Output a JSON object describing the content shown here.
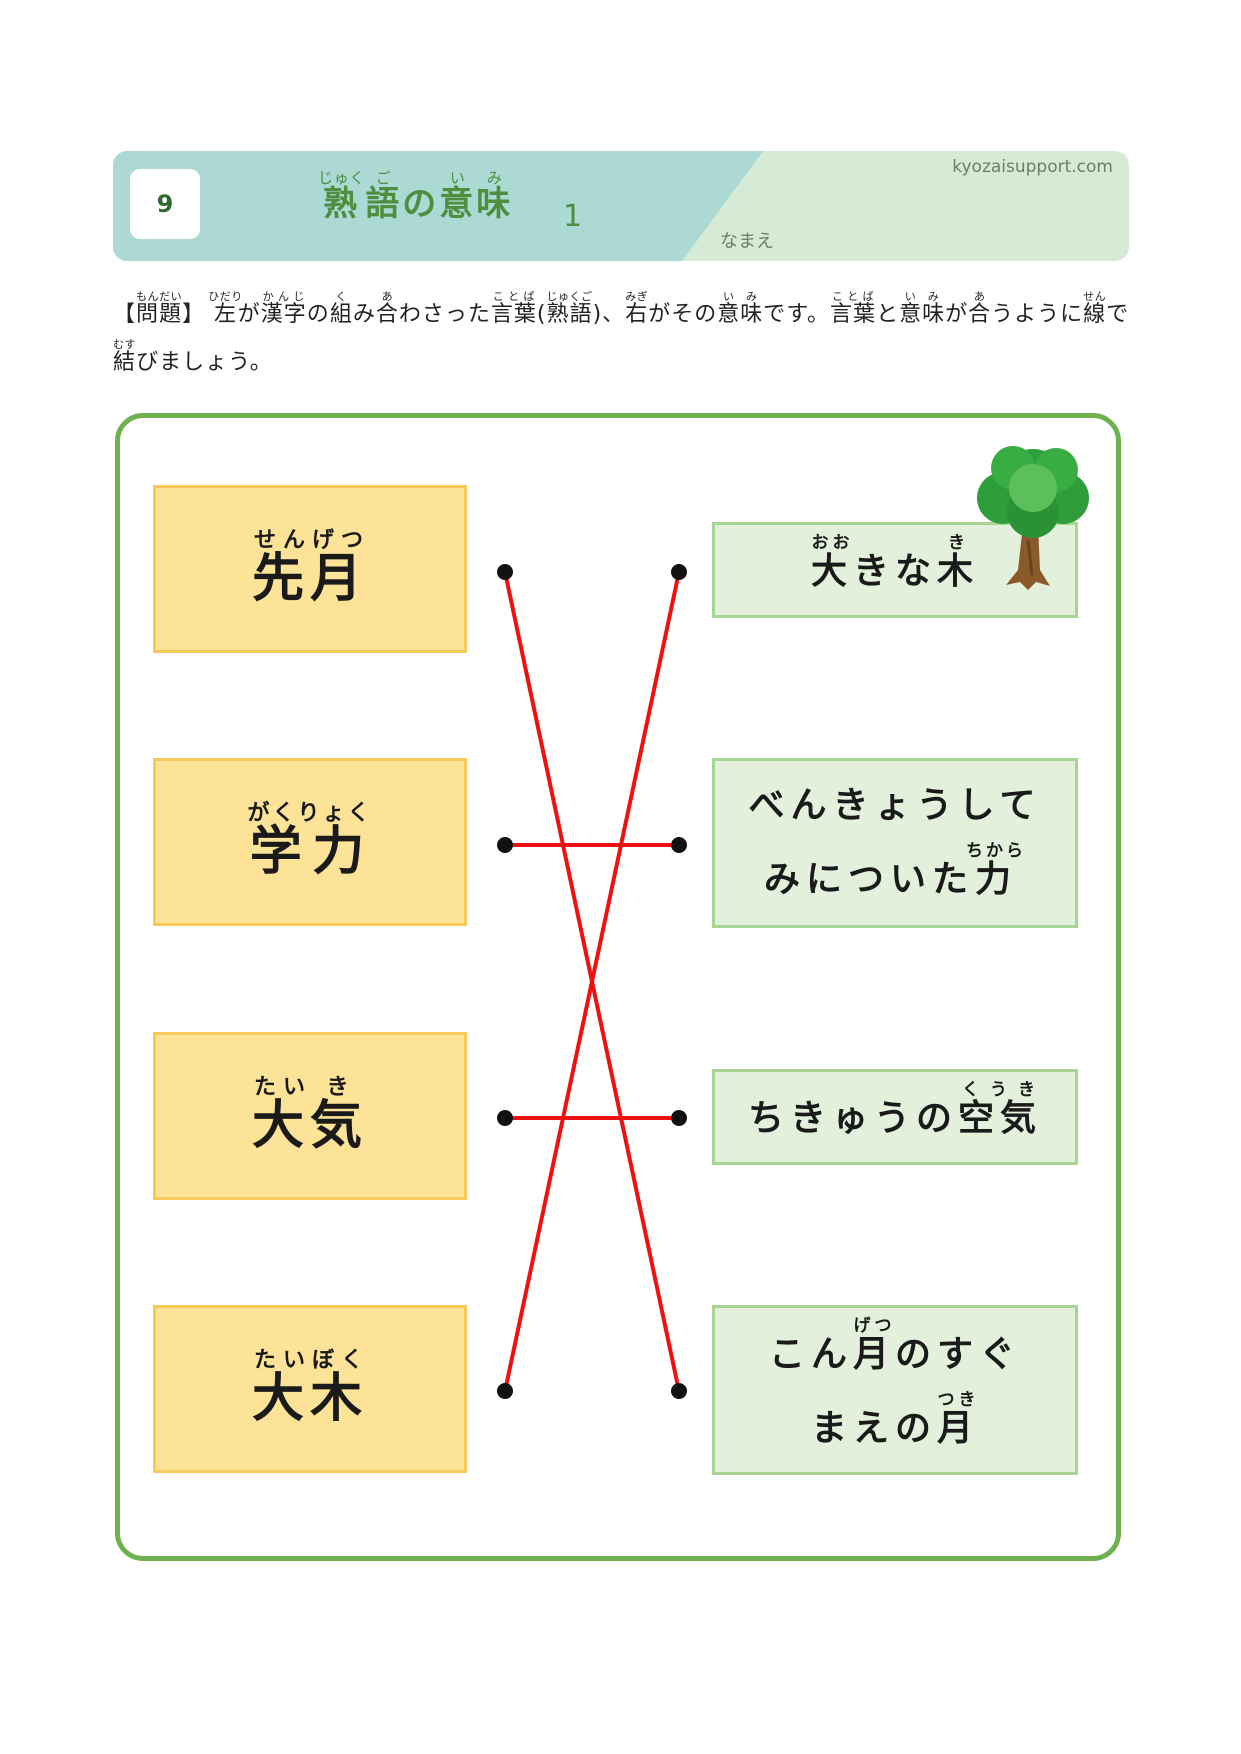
{
  "header": {
    "number": "9",
    "title": [
      {
        "base": "熟",
        "ruby": "じゅく"
      },
      {
        "base": "語",
        "ruby": "ご"
      },
      {
        "base": "の",
        "ruby": ""
      },
      {
        "base": "意",
        "ruby": "い"
      },
      {
        "base": "味",
        "ruby": "み"
      }
    ],
    "title_number": "1",
    "site": "kyozaisupport.com",
    "name_label": "なまえ"
  },
  "instruction": [
    {
      "base": "【",
      "ruby": ""
    },
    {
      "base": "問題",
      "ruby": "もんだい"
    },
    {
      "base": "】 ",
      "ruby": ""
    },
    {
      "base": "左",
      "ruby": "ひだり"
    },
    {
      "base": "が",
      "ruby": ""
    },
    {
      "base": "漢字",
      "ruby": "かんじ"
    },
    {
      "base": "の",
      "ruby": ""
    },
    {
      "base": "組",
      "ruby": "く"
    },
    {
      "base": "み",
      "ruby": ""
    },
    {
      "base": "合",
      "ruby": "あ"
    },
    {
      "base": "わさった",
      "ruby": ""
    },
    {
      "base": "言葉",
      "ruby": "ことば"
    },
    {
      "base": "(",
      "ruby": ""
    },
    {
      "base": "熟語",
      "ruby": "じゅくご"
    },
    {
      "base": ")、",
      "ruby": ""
    },
    {
      "base": "右",
      "ruby": "みぎ"
    },
    {
      "base": "がその",
      "ruby": ""
    },
    {
      "base": "意味",
      "ruby": "いみ"
    },
    {
      "base": "です。",
      "ruby": ""
    },
    {
      "base": "言葉",
      "ruby": "ことば"
    },
    {
      "base": "と",
      "ruby": ""
    },
    {
      "base": "意味",
      "ruby": "いみ"
    },
    {
      "base": "が",
      "ruby": ""
    },
    {
      "base": "合",
      "ruby": "あ"
    },
    {
      "base": "うように",
      "ruby": ""
    },
    {
      "base": "線",
      "ruby": "せん"
    },
    {
      "base": "で",
      "ruby": ""
    },
    {
      "base": "結",
      "ruby": "むす"
    },
    {
      "base": "びましょう。",
      "ruby": ""
    }
  ],
  "words": [
    {
      "id": "sengetsu",
      "parts": [
        {
          "base": "先月",
          "ruby": "せんげつ"
        }
      ]
    },
    {
      "id": "gakuryoku",
      "parts": [
        {
          "base": "学力",
          "ruby": "がくりょく"
        }
      ]
    },
    {
      "id": "taiki",
      "parts": [
        {
          "base": "大",
          "ruby": "たい"
        },
        {
          "base": "気",
          "ruby": "き"
        }
      ]
    },
    {
      "id": "taiboku",
      "parts": [
        {
          "base": "大木",
          "ruby": "たいぼく"
        }
      ]
    }
  ],
  "meanings": [
    {
      "id": "ookinaki",
      "lines": [
        [
          {
            "base": "大",
            "ruby": "おお"
          },
          {
            "base": "きな",
            "ruby": ""
          },
          {
            "base": "木",
            "ruby": "き"
          }
        ]
      ]
    },
    {
      "id": "chikara",
      "lines": [
        [
          {
            "base": "べんきょうして",
            "ruby": ""
          }
        ],
        [
          {
            "base": "みについた",
            "ruby": ""
          },
          {
            "base": "力",
            "ruby": "ちから"
          }
        ]
      ]
    },
    {
      "id": "kuuki",
      "lines": [
        [
          {
            "base": "ちきゅうの",
            "ruby": ""
          },
          {
            "base": "空気",
            "ruby": "くうき"
          }
        ]
      ]
    },
    {
      "id": "tsuki",
      "lines": [
        [
          {
            "base": "こん",
            "ruby": ""
          },
          {
            "base": "月",
            "ruby": "げつ"
          },
          {
            "base": "のすぐ",
            "ruby": ""
          }
        ],
        [
          {
            "base": "まえの",
            "ruby": ""
          },
          {
            "base": "月",
            "ruby": "つき"
          }
        ]
      ]
    }
  ],
  "connections": [
    {
      "from": 0,
      "to": 3
    },
    {
      "from": 1,
      "to": 1
    },
    {
      "from": 2,
      "to": 2
    },
    {
      "from": 3,
      "to": 0
    }
  ],
  "colors": {
    "line": "#ee1111",
    "dot": "#111111"
  }
}
